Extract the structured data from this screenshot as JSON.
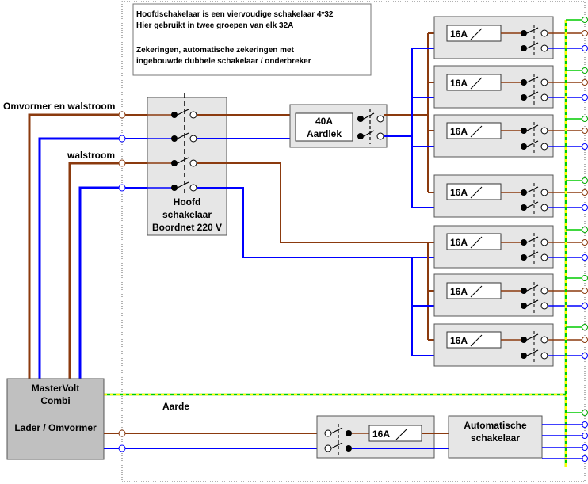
{
  "note": {
    "line1": "Hoofdschakelaar is een viervoudige schakelaar 4*32",
    "line2": "Hier gebruikt in twee groepen van elk 32A",
    "line3": "Zekeringen, automatische zekeringen met",
    "line4": "ingebouwde dubbele schakelaar / onderbreker"
  },
  "labels": {
    "omvormer_walstroom": "Omvormer en walstroom",
    "walstroom": "walstroom",
    "aarde": "Aarde"
  },
  "hoofdschakelaar": {
    "line1": "Hoofd",
    "line2": "schakelaar",
    "line3": "Boordnet 220 V"
  },
  "aardlek": {
    "rating": "40A",
    "label": "Aardlek"
  },
  "fuse_rating": "16A",
  "mastervolt": {
    "line1": "MasterVolt",
    "line2": "Combi",
    "line3": "Lader / Omvormer"
  },
  "automatische": {
    "line1": "Automatische",
    "line2": "schakelaar"
  },
  "colors": {
    "phase": "#8b3a0e",
    "neutral": "#0000ff",
    "earth_a": "#00cc00",
    "earth_b": "#ffff00",
    "box_fill": "#e6e6e6"
  }
}
